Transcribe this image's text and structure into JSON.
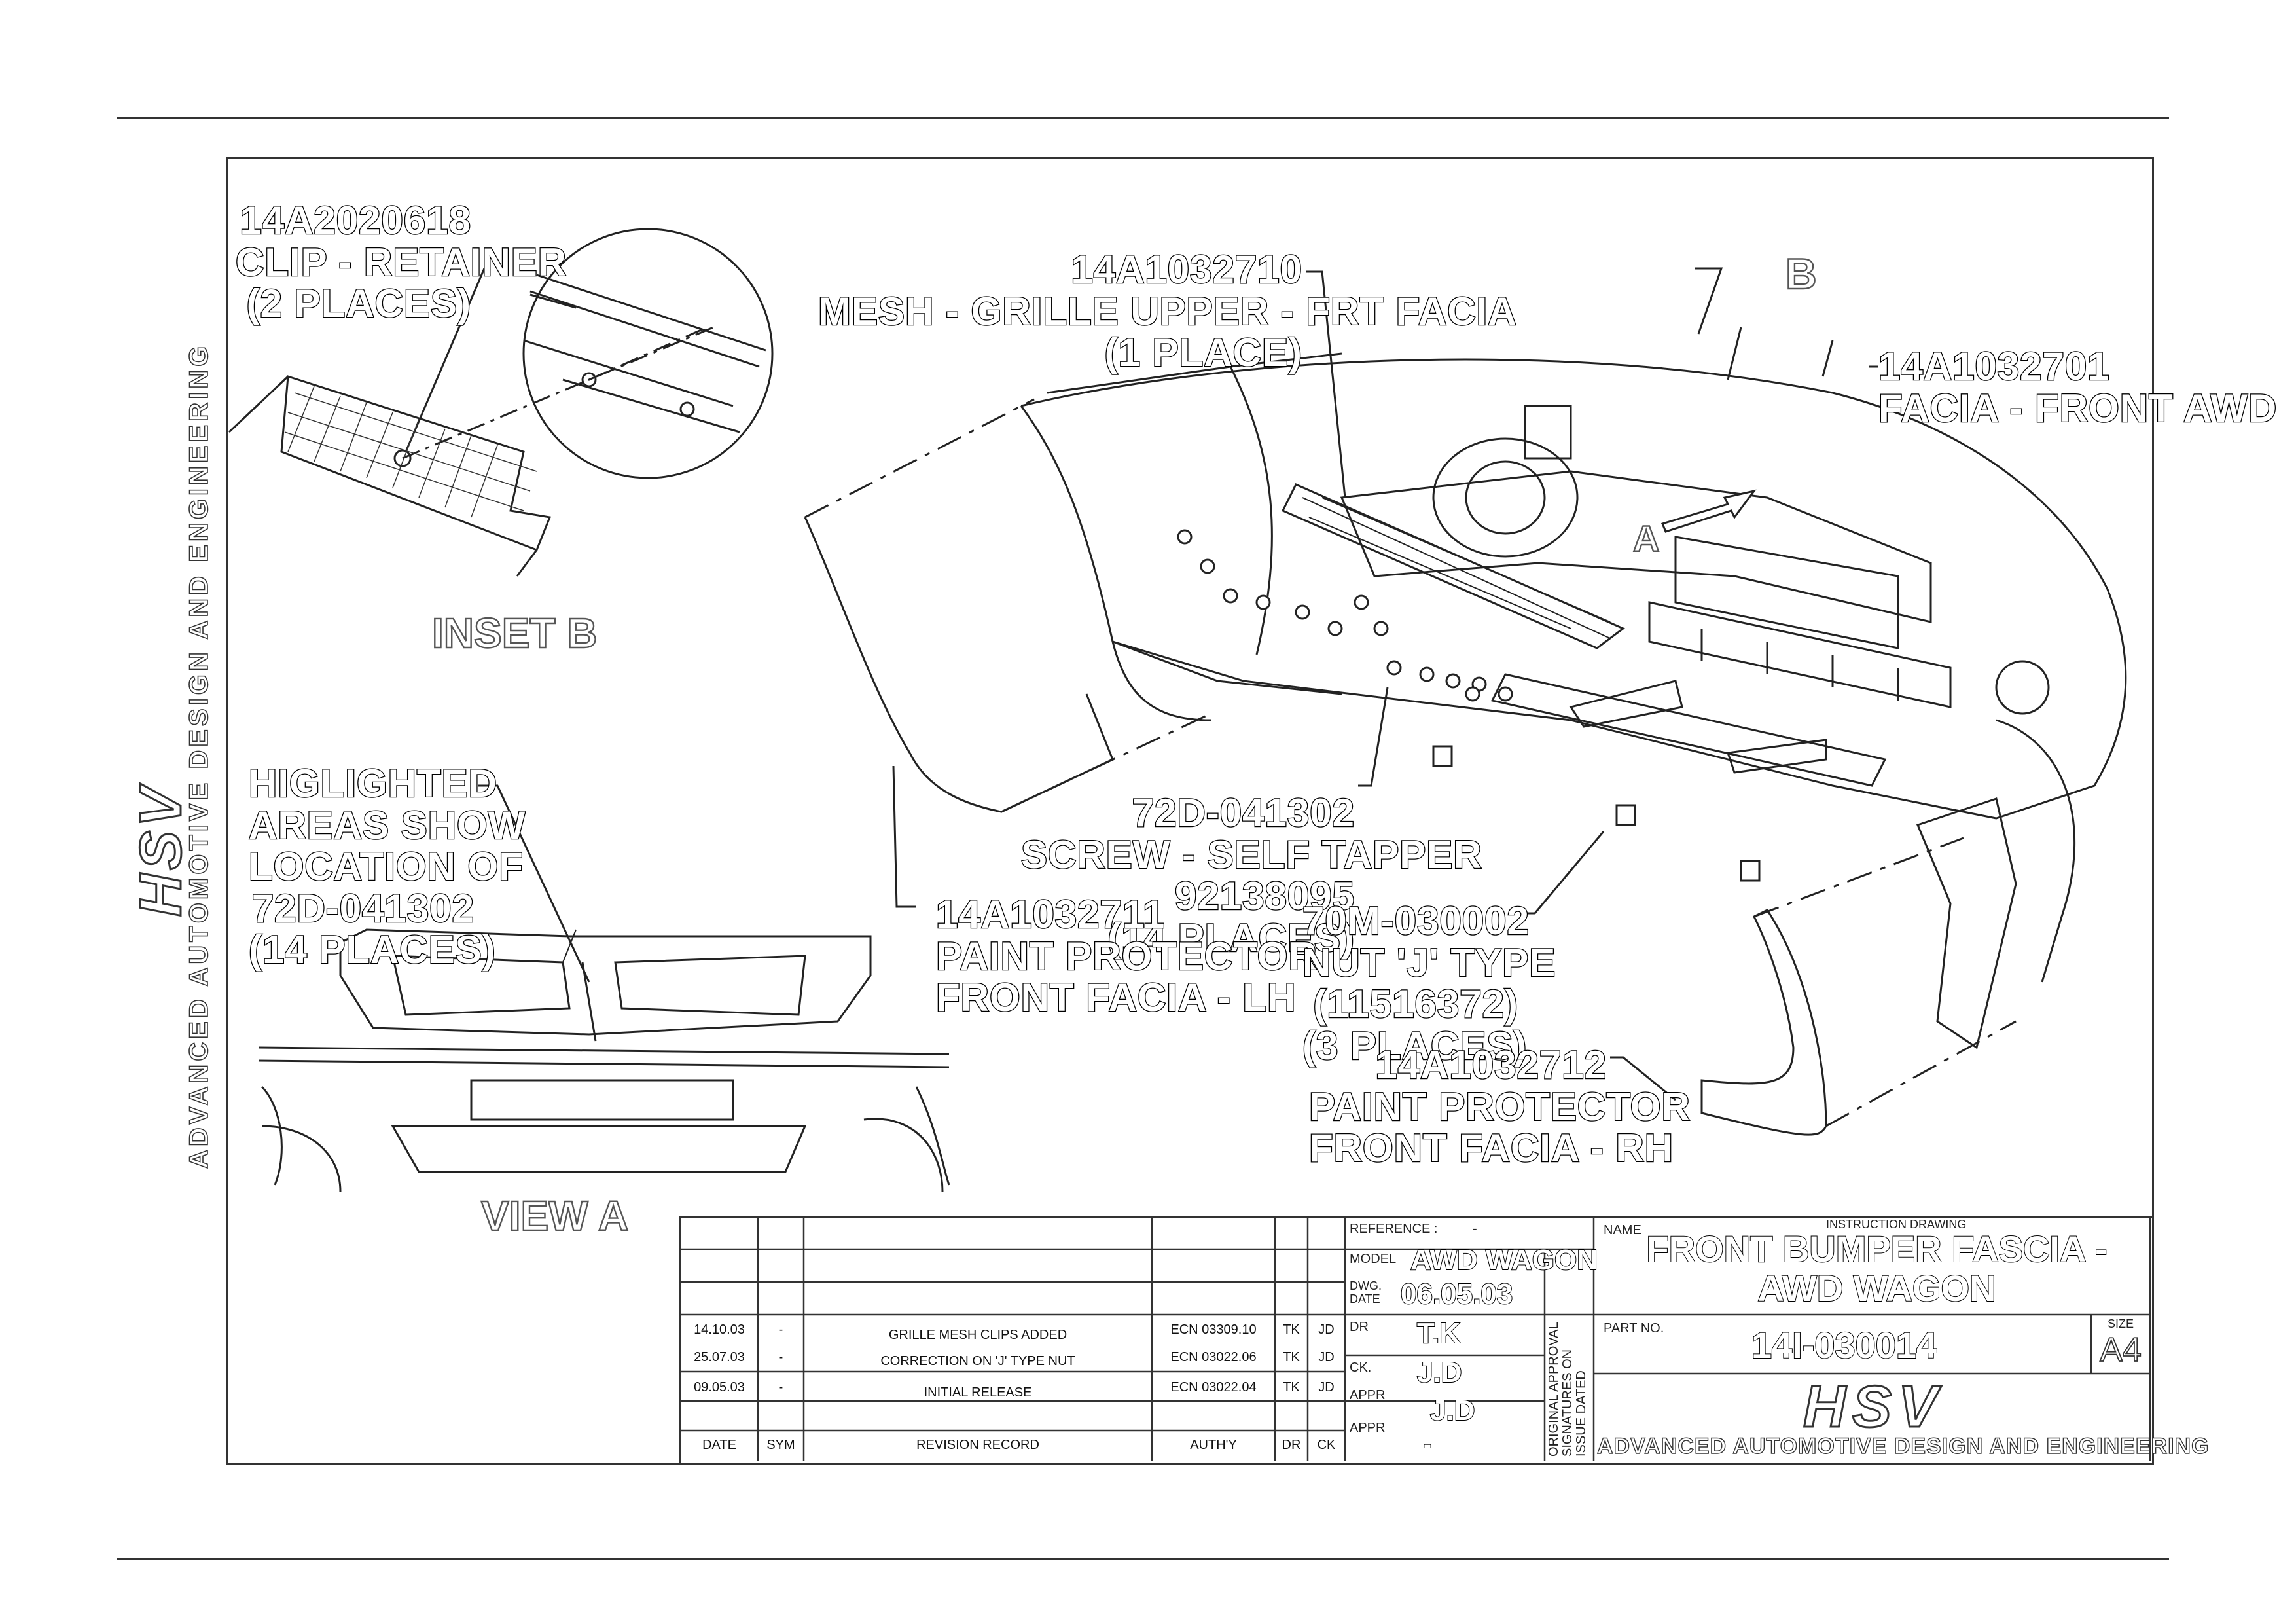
{
  "callouts": {
    "clip_retainer": [
      "14A2020618",
      "CLIP - RETAINER",
      "(2 PLACES)"
    ],
    "mesh_grille": [
      "14A1032710",
      "MESH - GRILLE UPPER - FRT FACIA",
      "(1 PLACE)"
    ],
    "facia_front": [
      "14A1032701",
      "FACIA - FRONT AWD"
    ],
    "highlighted": [
      "HIGLIGHTED",
      "AREAS SHOW",
      "LOCATION OF",
      "72D-041302",
      "(14 PLACES)"
    ],
    "screw": [
      "72D-041302",
      "SCREW - SELF TAPPER",
      "92138095",
      "(14 PLACES)"
    ],
    "protector_lh": [
      "14A1032711",
      "PAINT PROTECTOR",
      "FRONT FACIA - LH"
    ],
    "nut": [
      "70M-030002",
      "NUT 'J' TYPE",
      "(11516372)",
      "(3 PLACES)"
    ],
    "protector_rh": [
      "14A1032712",
      "PAINT PROTECTOR",
      "FRONT FACIA - RH"
    ]
  },
  "view_labels": {
    "inset_b": "INSET B",
    "view_a": "VIEW A",
    "marker_a": "A",
    "marker_b": "B"
  },
  "side_branding": {
    "logo_text": "HSV",
    "tagline": "ADVANCED AUTOMOTIVE DESIGN AND ENGINEERING"
  },
  "revision_record": {
    "rows": [
      {
        "date": "14.10.03",
        "sym": "-",
        "desc": "GRILLE MESH CLIPS ADDED",
        "auth": "ECN 03309.10",
        "dr": "TK",
        "ck": "JD"
      },
      {
        "date": "25.07.03",
        "sym": "-",
        "desc": "CORRECTION ON 'J' TYPE NUT",
        "auth": "ECN 03022.06",
        "dr": "TK",
        "ck": "JD"
      },
      {
        "date": "09.05.03",
        "sym": "-",
        "desc": "INITIAL RELEASE",
        "auth": "ECN 03022.04",
        "dr": "TK",
        "ck": "JD"
      }
    ],
    "headers": {
      "date": "DATE",
      "sym": "SYM",
      "desc": "REVISION RECORD",
      "auth": "AUTH'Y",
      "dr": "DR",
      "ck": "CK"
    }
  },
  "title_block": {
    "reference_label": "REFERENCE :",
    "reference_value": "-",
    "model_label": "MODEL",
    "model_value": "AWD WAGON",
    "dwg_date_label": "DWG. DATE",
    "dwg_date_value": "06.05.03",
    "dr_label": "DR",
    "dr_value": "T.K",
    "ck_label": "CK.",
    "ck_value": "J.D",
    "appr_label": "APPR",
    "appr_value": "J.D",
    "appr2_label": "APPR",
    "appr2_value": "-",
    "approval_note": [
      "ORIGINAL APPROVAL",
      "SIGNATURES ON",
      "ISSUE DATED"
    ],
    "name_label": "NAME",
    "instruction_label": "INSTRUCTION DRAWING",
    "name_line1": "FRONT BUMPER FASCIA -",
    "name_line2": "AWD WAGON",
    "part_no_label": "PART NO.",
    "part_no_value": "14I-030014",
    "size_label": "SIZE",
    "size_value": "A4",
    "logo_text": "HSV",
    "company": "ADVANCED AUTOMOTIVE DESIGN AND ENGINEERING"
  }
}
